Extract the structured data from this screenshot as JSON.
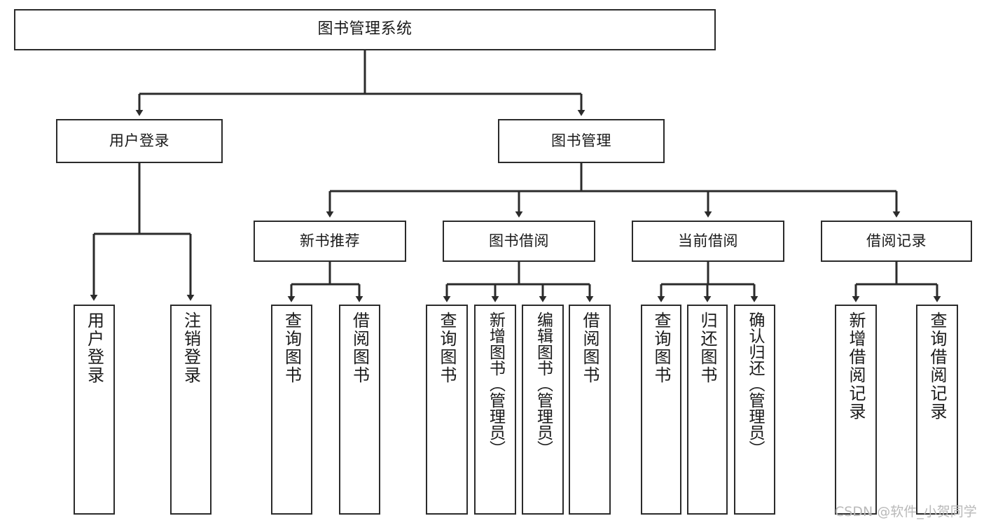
{
  "diagram": {
    "title_node": {
      "id": "root",
      "label": "图书管理系统"
    },
    "level1": [
      {
        "id": "n-user-login",
        "label": "用户登录"
      },
      {
        "id": "n-book-manage",
        "label": "图书管理"
      }
    ],
    "level2": [
      {
        "id": "n-new-book-rec",
        "label": "新书推荐"
      },
      {
        "id": "n-book-borrow",
        "label": "图书借阅"
      },
      {
        "id": "n-current-borrow",
        "label": "当前借阅"
      },
      {
        "id": "n-borrow-record",
        "label": "借阅记录"
      }
    ],
    "leaves": [
      {
        "id": "leaf-user-login",
        "label": "用户登录",
        "parent": "n-user-login"
      },
      {
        "id": "leaf-logout",
        "label": "注销登录",
        "parent": "n-user-login"
      },
      {
        "id": "leaf-query-book-1",
        "label": "查询图书",
        "parent": "n-new-book-rec"
      },
      {
        "id": "leaf-borrow-book-1",
        "label": "借阅图书",
        "parent": "n-new-book-rec"
      },
      {
        "id": "leaf-query-book-2",
        "label": "查询图书",
        "parent": "n-book-borrow"
      },
      {
        "id": "leaf-add-book",
        "label": "新增图书（管理员）",
        "parent": "n-book-borrow"
      },
      {
        "id": "leaf-edit-book",
        "label": "编辑图书（管理员）",
        "parent": "n-book-borrow"
      },
      {
        "id": "leaf-borrow-book-2",
        "label": "借阅图书",
        "parent": "n-book-borrow"
      },
      {
        "id": "leaf-query-book-3",
        "label": "查询图书",
        "parent": "n-current-borrow"
      },
      {
        "id": "leaf-return-book",
        "label": "归还图书",
        "parent": "n-current-borrow"
      },
      {
        "id": "leaf-confirm-return",
        "label": "确认归还（管理员）",
        "parent": "n-current-borrow"
      },
      {
        "id": "leaf-add-record",
        "label": "新增借阅记录",
        "parent": "n-borrow-record"
      },
      {
        "id": "leaf-query-record",
        "label": "查询借阅记录",
        "parent": "n-borrow-record"
      }
    ],
    "watermark": "CSDN @软件_小贺同学",
    "colors": {
      "stroke": "#2b2b2b",
      "fill": "#ffffff",
      "text": "#1a1a1a",
      "watermark": "#b9b9b9"
    }
  }
}
